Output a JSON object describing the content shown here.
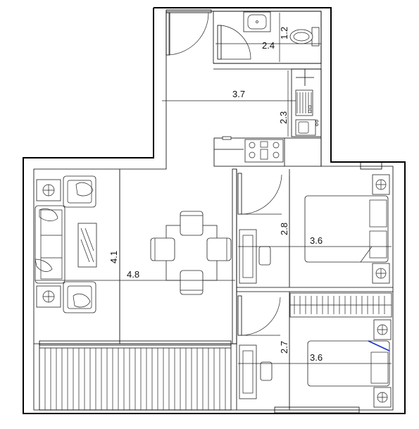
{
  "plan": {
    "dimensions": [
      {
        "id": "bath-width",
        "text": "2.4"
      },
      {
        "id": "bath-depth",
        "text": "1.2"
      },
      {
        "id": "hall-width",
        "text": "3.7"
      },
      {
        "id": "kitchen-depth",
        "text": "2.3"
      },
      {
        "id": "living-depth",
        "text": "4.1"
      },
      {
        "id": "living-width",
        "text": "4.8"
      },
      {
        "id": "bedroom1-depth",
        "text": "2.8"
      },
      {
        "id": "bedroom1-width",
        "text": "3.6"
      },
      {
        "id": "bedroom2-depth",
        "text": "2.7"
      },
      {
        "id": "bedroom2-width",
        "text": "3.6"
      }
    ],
    "accent_color": "#1a33cc"
  }
}
